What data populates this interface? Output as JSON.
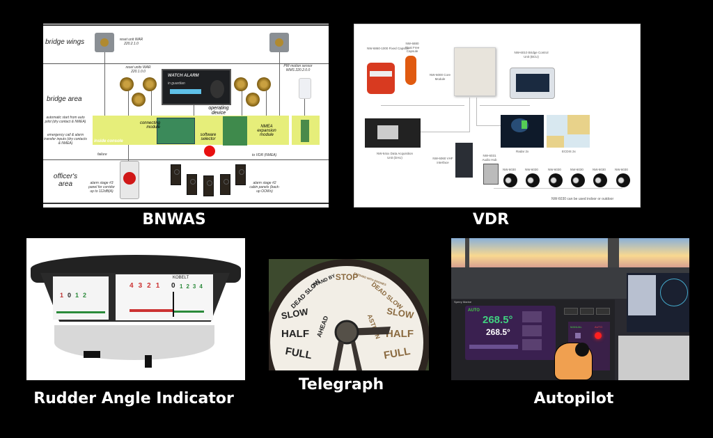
{
  "captions": {
    "bnwas": "BNWAS",
    "vdr": "VDR",
    "rudder": "Rudder Angle Indicator",
    "telegraph": "Telegraph",
    "autopilot": "Autopilot"
  },
  "bnwas": {
    "zones": [
      "bridge wings",
      "bridge area",
      "officer's area"
    ],
    "reset_unit": "reset unit WAR 220.2.1.0",
    "reset_units": "reset units WAR 220.1.0.0",
    "device_title": "WATCH ALARM",
    "device_brand": "in guardian",
    "operating_device": "operating device",
    "pir": "PIR motion sensor WMS 220.2.0.0",
    "auto_start": "automatic start from auto pilot (dry contact & NMEA)",
    "emergency": "emergency call & alarm transfer inputs (dry contacts & NMEA)",
    "connecting_module": "connecting module",
    "inside_console": "inside console",
    "software_selector": "software selector",
    "nmea_module": "NMEA expansion module",
    "failure": "failure",
    "to_vdr": "to VDR (NMEA)",
    "alarm3": "alarm stage #3 panel for corridor up to 112dB(A)",
    "alarm2": "alarm stage #2 cabin panels (back-up OOWs)"
  },
  "vdr": {
    "fixed_capsule": "NW-6860-1000 Fixed Capsule",
    "float_capsule": "NW-6880 Float Free Capsule",
    "core": "NW-6000 Core Module",
    "bcu": "NW-6010 Bridge Control Unit (BCU)",
    "dau": "NW-64xx Data Acquisition Unit (DAU)",
    "vhf": "NW-6060 VHF interface",
    "audio_hub": "NW-6031 Audio Hub",
    "radar": "Radar 2x",
    "ecdis": "ECDIS 2x",
    "mics": [
      "NW-6030",
      "NW-6030",
      "NW-6030",
      "NW-6030",
      "NW-6030",
      "NW-6030"
    ],
    "note": "NW-6030 can be used indoor or outdoor"
  },
  "rudder": {
    "brand": "KOBELT",
    "scale_red": [
      "4",
      "3",
      "2",
      "1"
    ],
    "zero": "0",
    "scale_green": [
      "1",
      "2",
      "3",
      "4"
    ]
  },
  "telegraph": {
    "ahead": [
      "STAND BY",
      "DEAD SLOW",
      "SLOW",
      "HALF",
      "FULL"
    ],
    "ahead_label": "AHEAD",
    "stop": "STOP",
    "finished": "FINISHED WITH ENGINES",
    "astern": [
      "DEAD SLOW",
      "SLOW",
      "HALF",
      "FULL"
    ],
    "astern_label": "ASTERN"
  },
  "autopilot": {
    "brand": "Sperry Marine",
    "mode": "AUTO",
    "set_heading": "268.5°",
    "heading": "268.5°",
    "manual": "MANUAL",
    "auto": "AUTO"
  }
}
